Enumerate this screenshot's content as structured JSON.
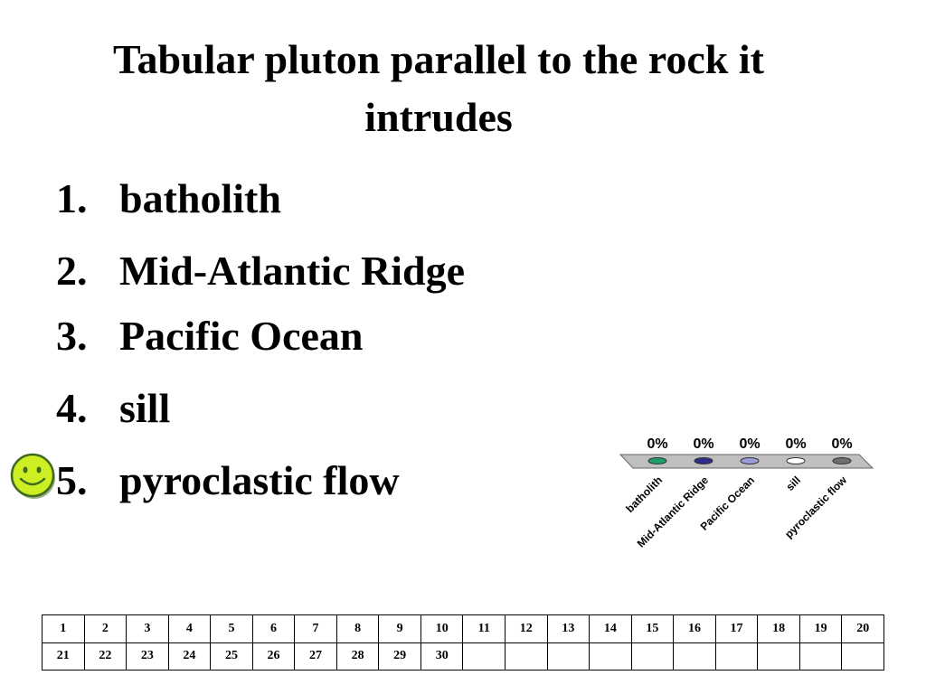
{
  "question": {
    "title": "Tabular pluton parallel to the rock it intrudes"
  },
  "answers": [
    {
      "number": "1.",
      "text": "batholith"
    },
    {
      "number": "2.",
      "text": "Mid-Atlantic Ridge"
    },
    {
      "number": "3.",
      "text": "Pacific Ocean"
    },
    {
      "number": "4.",
      "text": "sill"
    },
    {
      "number": "5.",
      "text": "pyroclastic flow"
    }
  ],
  "correct_marker": {
    "icon": "smiley-face-icon",
    "answer_index": 4,
    "color": "#ccee22"
  },
  "chart_data": {
    "type": "bar",
    "categories": [
      "batholith",
      "Mid-Atlantic Ridge",
      "Pacific Ocean",
      "sill",
      "pyroclastic flow"
    ],
    "values": [
      0,
      0,
      0,
      0,
      0
    ],
    "value_labels": [
      "0%",
      "0%",
      "0%",
      "0%",
      "0%"
    ],
    "ylim": [
      0,
      100
    ],
    "colors": [
      "#1f9e6a",
      "#2e2e8a",
      "#9b9bd6",
      "#ffffff",
      "#6f6f6f"
    ],
    "base_color": "#bfbfbf"
  },
  "response_grid": {
    "rows": [
      [
        "1",
        "2",
        "3",
        "4",
        "5",
        "6",
        "7",
        "8",
        "9",
        "10",
        "11",
        "12",
        "13",
        "14",
        "15",
        "16",
        "17",
        "18",
        "19",
        "20"
      ],
      [
        "21",
        "22",
        "23",
        "24",
        "25",
        "26",
        "27",
        "28",
        "29",
        "30",
        "",
        "",
        "",
        "",
        "",
        "",
        "",
        "",
        "",
        ""
      ]
    ]
  }
}
